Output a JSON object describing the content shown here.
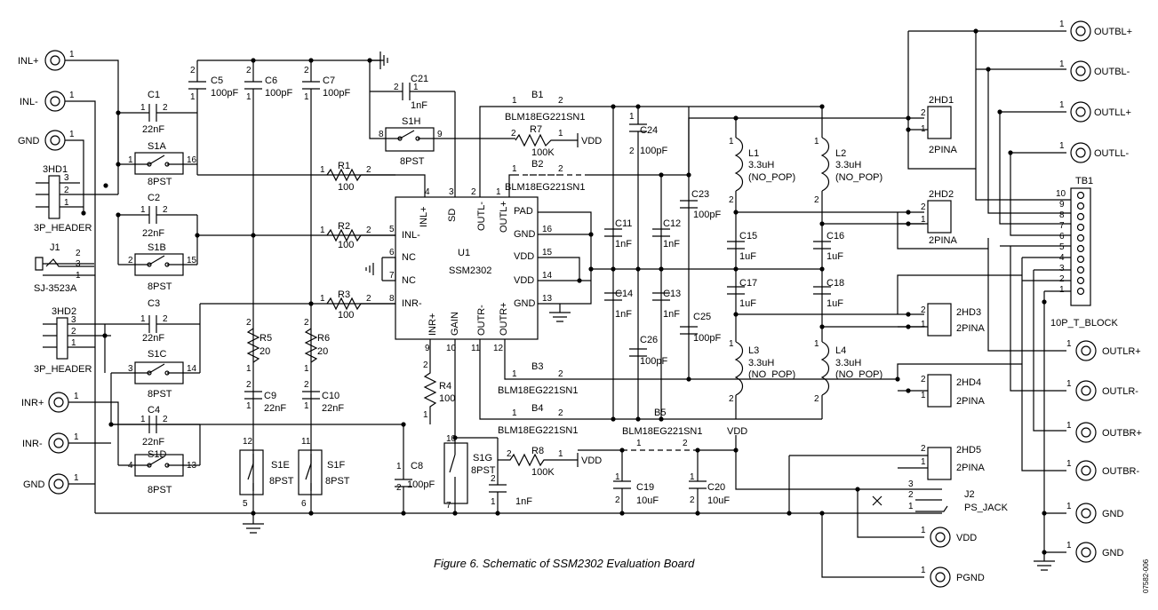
{
  "caption": "Figure 6. Schematic of SSM2302 Evaluation Board",
  "doc_id": "07582-006",
  "u1": {
    "ref": "U1",
    "part": "SSM2302",
    "pins": {
      "inl_p": "INL+",
      "sd": "SD",
      "outl_m": "OUTL-",
      "outl_p": "OUTL+",
      "inl_m": "INL-",
      "nc1": "NC",
      "nc2": "NC",
      "inr_m": "INR-",
      "inr_p": "INR+",
      "gain": "GAIN",
      "outr_m": "OUTR-",
      "outr_p": "OUTR+",
      "pad": "PAD",
      "gnd1": "GND",
      "vdd1": "VDD",
      "vdd2": "VDD",
      "gnd2": "GND"
    }
  },
  "connectors": {
    "inl_p": "INL+",
    "inl_m": "INL-",
    "gnd_l": "GND",
    "inr_p": "INR+",
    "inr_m": "INR-",
    "gnd_b": "GND",
    "outbl_p": "OUTBL+",
    "outbl_m": "OUTBL-",
    "outll_p": "OUTLL+",
    "outll_m": "OUTLL-",
    "outlr_p": "OUTLR+",
    "outlr_m": "OUTLR-",
    "outbr_p": "OUTBR+",
    "outbr_m": "OUTBR-",
    "gnd_r1": "GND",
    "gnd_r2": "GND",
    "vdd": "VDD",
    "pgnd": "PGND"
  },
  "headers": {
    "hd1": "3HD1",
    "hd1_type": "3P_HEADER",
    "hd2": "3HD2",
    "hd2_type": "3P_HEADER",
    "j1": "J1",
    "j1_type": "SJ-3523A",
    "j2": "J2",
    "j2_type": "PS_JACK",
    "tb1": "TB1",
    "tb1_type": "10P_T_BLOCK"
  },
  "twopin": {
    "h1": "2HD1",
    "h2": "2HD2",
    "h3": "2HD3",
    "h4": "2HD4",
    "h5": "2HD5",
    "type": "2PINA"
  },
  "switches": {
    "s1a": "S1A",
    "s1b": "S1B",
    "s1c": "S1C",
    "s1d": "S1D",
    "s1e": "S1E",
    "s1f": "S1F",
    "s1g": "S1G",
    "s1h": "S1H",
    "type": "8PST"
  },
  "caps": {
    "c1": "C1",
    "c2": "C2",
    "c3": "C3",
    "c4": "C4",
    "c22nf": "22nF",
    "c5": "C5",
    "c6": "C6",
    "c7": "C7",
    "c100pf": "100pF",
    "c21": "C21",
    "c1nf": "1nF",
    "c9": "C9",
    "c10": "C10",
    "c8": "C8",
    "c24": "C24",
    "c23": "C23",
    "c11": "C11",
    "c12": "C12",
    "c13": "C13",
    "c14": "C14",
    "c15": "C15",
    "c16": "C16",
    "c17": "C17",
    "c18": "C18",
    "c1uf": "1uF",
    "c25": "C25",
    "c26": "C26",
    "c19": "C19",
    "c20": "C20",
    "c10uf": "10uF"
  },
  "res": {
    "r1": "R1",
    "r2": "R2",
    "r3": "R3",
    "r100": "100",
    "r4": "R4",
    "r5": "R5",
    "r6": "R6",
    "r20": "20",
    "r7": "R7",
    "r8": "R8",
    "r100k": "100K"
  },
  "beads": {
    "b1": "B1",
    "b2": "B2",
    "b3": "B3",
    "b4": "B4",
    "b5": "B5",
    "part": "BLM18EG221SN1"
  },
  "inductors": {
    "l1": "L1",
    "l2": "L2",
    "l3": "L3",
    "l4": "L4",
    "val": "3.3uH",
    "np": "(NO_POP)"
  },
  "nets": {
    "vdd": "VDD"
  }
}
